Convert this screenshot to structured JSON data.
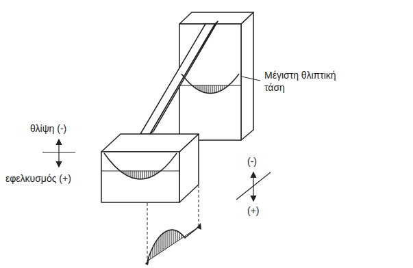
{
  "diagram": {
    "labels": [
      "Μέγιστη θλιπτική τάση",
      "θλίψη (-)",
      "εφελκυσμός (+)",
      "(-)",
      "(+)"
    ]
  }
}
